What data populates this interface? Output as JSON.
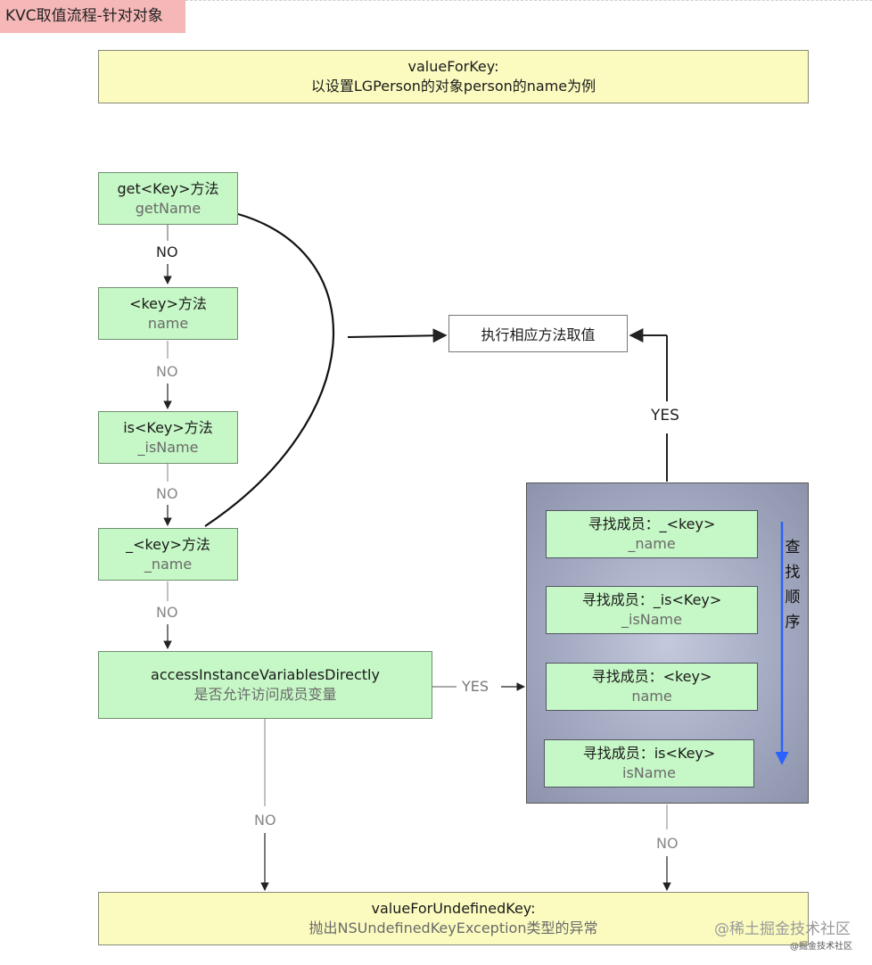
{
  "header": {
    "title": "KVC取值流程-针对对象"
  },
  "top_box": {
    "title": "valueForKey:",
    "subtitle": "以设置LGPerson的对象person的name为例"
  },
  "steps": [
    {
      "title": "get<Key>方法",
      "sub": "getName"
    },
    {
      "title": "<key>方法",
      "sub": "name"
    },
    {
      "title": "is<Key>方法",
      "sub": "_isName"
    },
    {
      "title": "_<key>方法",
      "sub": "_name"
    }
  ],
  "access_box": {
    "title": "accessInstanceVariablesDirectly",
    "sub": "是否允许访问成员变量"
  },
  "execute_box": {
    "label": "执行相应方法取值"
  },
  "members": [
    {
      "title": "寻找成员：_<key>",
      "sub": "_name"
    },
    {
      "title": "寻找成员：_is<Key>",
      "sub": "_isName"
    },
    {
      "title": "寻找成员：<key>",
      "sub": "name"
    },
    {
      "title": "寻找成员：is<Key>",
      "sub": "isName"
    }
  ],
  "search_order": [
    "查",
    "找",
    "顺",
    "序"
  ],
  "bottom_box": {
    "title": "valueForUndefinedKey:",
    "subtitle": "抛出NSUndefinedKeyException类型的异常"
  },
  "edge_labels": {
    "no1": "NO",
    "no2": "NO",
    "no3": "NO",
    "no4": "NO",
    "yes_access": "YES",
    "yes_members": "YES",
    "no_access": "NO",
    "no_members": "NO"
  },
  "watermark": {
    "line1": "@稀土掘金技术社区",
    "line2": "@掘金技术社区"
  },
  "colors": {
    "tag": "#f5b7b7",
    "yellow": "#fbfbbf",
    "green": "#c6f7c6",
    "panel": "#a9afc6",
    "order_arrow": "#2962ff"
  }
}
